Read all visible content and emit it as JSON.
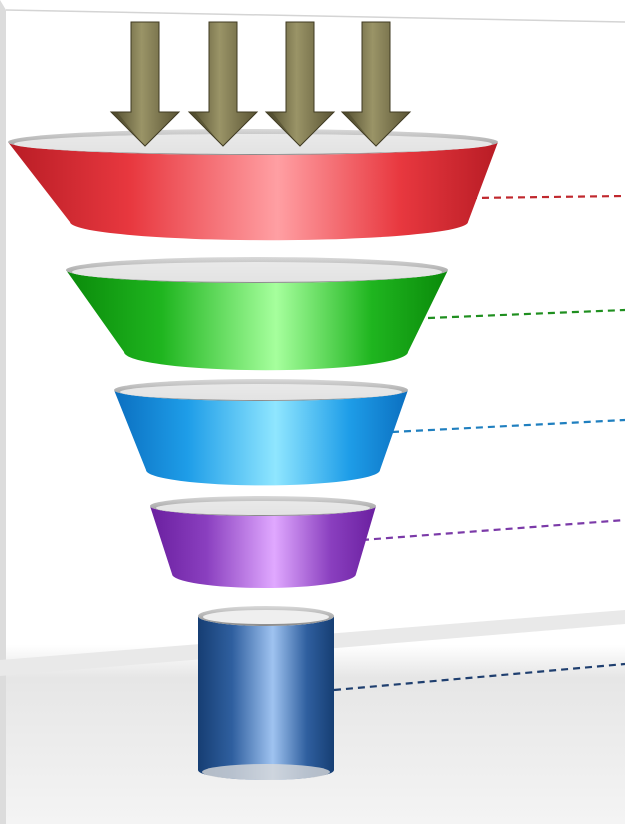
{
  "diagram": {
    "arrows": [
      {
        "name": "down-arrow-1"
      },
      {
        "name": "down-arrow-2"
      },
      {
        "name": "down-arrow-3"
      },
      {
        "name": "down-arrow-4"
      }
    ],
    "stages": [
      {
        "name": "funnel-stage-1",
        "color": "#e8383f",
        "light": "#ff9fa3",
        "dark": "#b81c25",
        "leader_color": "#c0282e"
      },
      {
        "name": "funnel-stage-2",
        "color": "#1fb51f",
        "light": "#a6ff9d",
        "dark": "#0a8a0a",
        "leader_color": "#1f8f1f"
      },
      {
        "name": "funnel-stage-3",
        "color": "#1e9de8",
        "light": "#8fe6ff",
        "dark": "#0b6fc0",
        "leader_color": "#1f7fbf"
      },
      {
        "name": "funnel-stage-4",
        "color": "#8a3fbf",
        "light": "#e0a8ff",
        "dark": "#6a1f9f",
        "leader_color": "#7b3aa8"
      },
      {
        "name": "funnel-output-cylinder",
        "color": "#2f5f9f",
        "light": "#9fc3f0",
        "dark": "#163e73",
        "leader_color": "#1f3f6f"
      }
    ],
    "arrow_color": "#7a7350",
    "panel_shadow_color": "#cfcfcf"
  }
}
